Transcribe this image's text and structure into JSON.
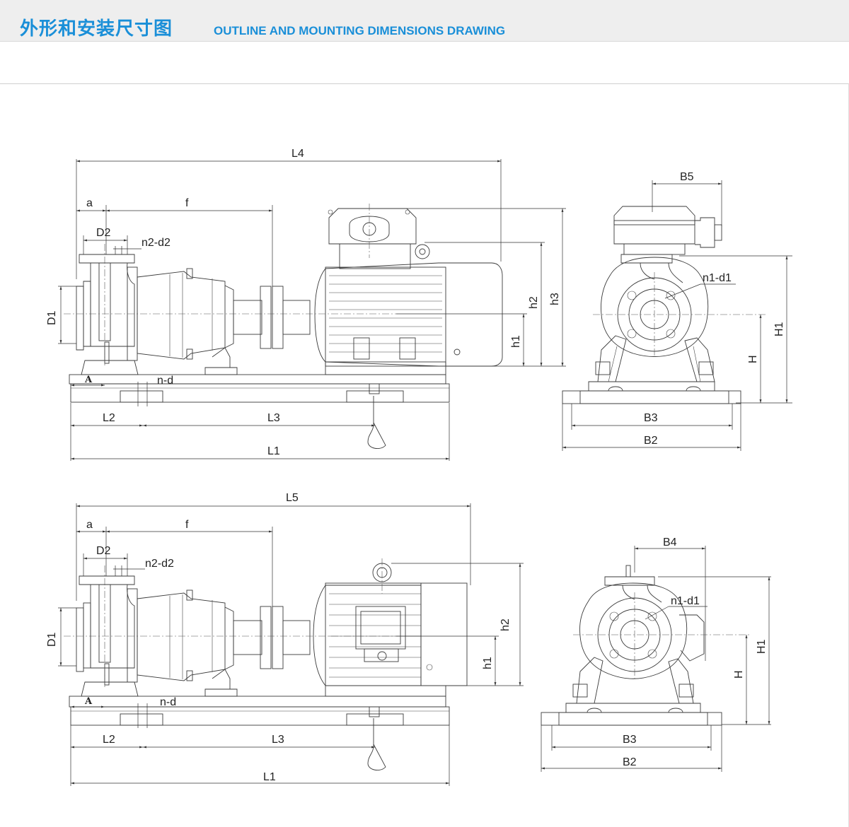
{
  "header": {
    "title_cn": "外形和安装尺寸图",
    "title_en": "OUTLINE AND MOUNTING DIMENSIONS DRAWING"
  },
  "colors": {
    "accent": "#1a8fd8",
    "line": "#3a3a3a",
    "header_bg": "#eeeeee"
  },
  "view1_side": {
    "L4": "L4",
    "a": "a",
    "f": "f",
    "D2": "D2",
    "n2d2": "n2-d2",
    "D1": "D1",
    "A": "A",
    "nd": "n-d",
    "L2": "L2",
    "L3": "L3",
    "L1": "L1",
    "h1": "h1",
    "h2": "h2",
    "h3": "h3"
  },
  "view1_end": {
    "B5": "B5",
    "n1d1": "n1-d1",
    "H1": "H1",
    "H": "H",
    "B3": "B3",
    "B2": "B2"
  },
  "view2_side": {
    "L5": "L5",
    "a": "a",
    "f": "f",
    "D2": "D2",
    "n2d2": "n2-d2",
    "D1": "D1",
    "A": "A",
    "nd": "n-d",
    "L2": "L2",
    "L3": "L3",
    "L1": "L1",
    "h1": "h1",
    "h2": "h2"
  },
  "view2_end": {
    "B4": "B4",
    "n1d1": "n1-d1",
    "H1": "H1",
    "H": "H",
    "B3": "B3",
    "B2": "B2"
  }
}
